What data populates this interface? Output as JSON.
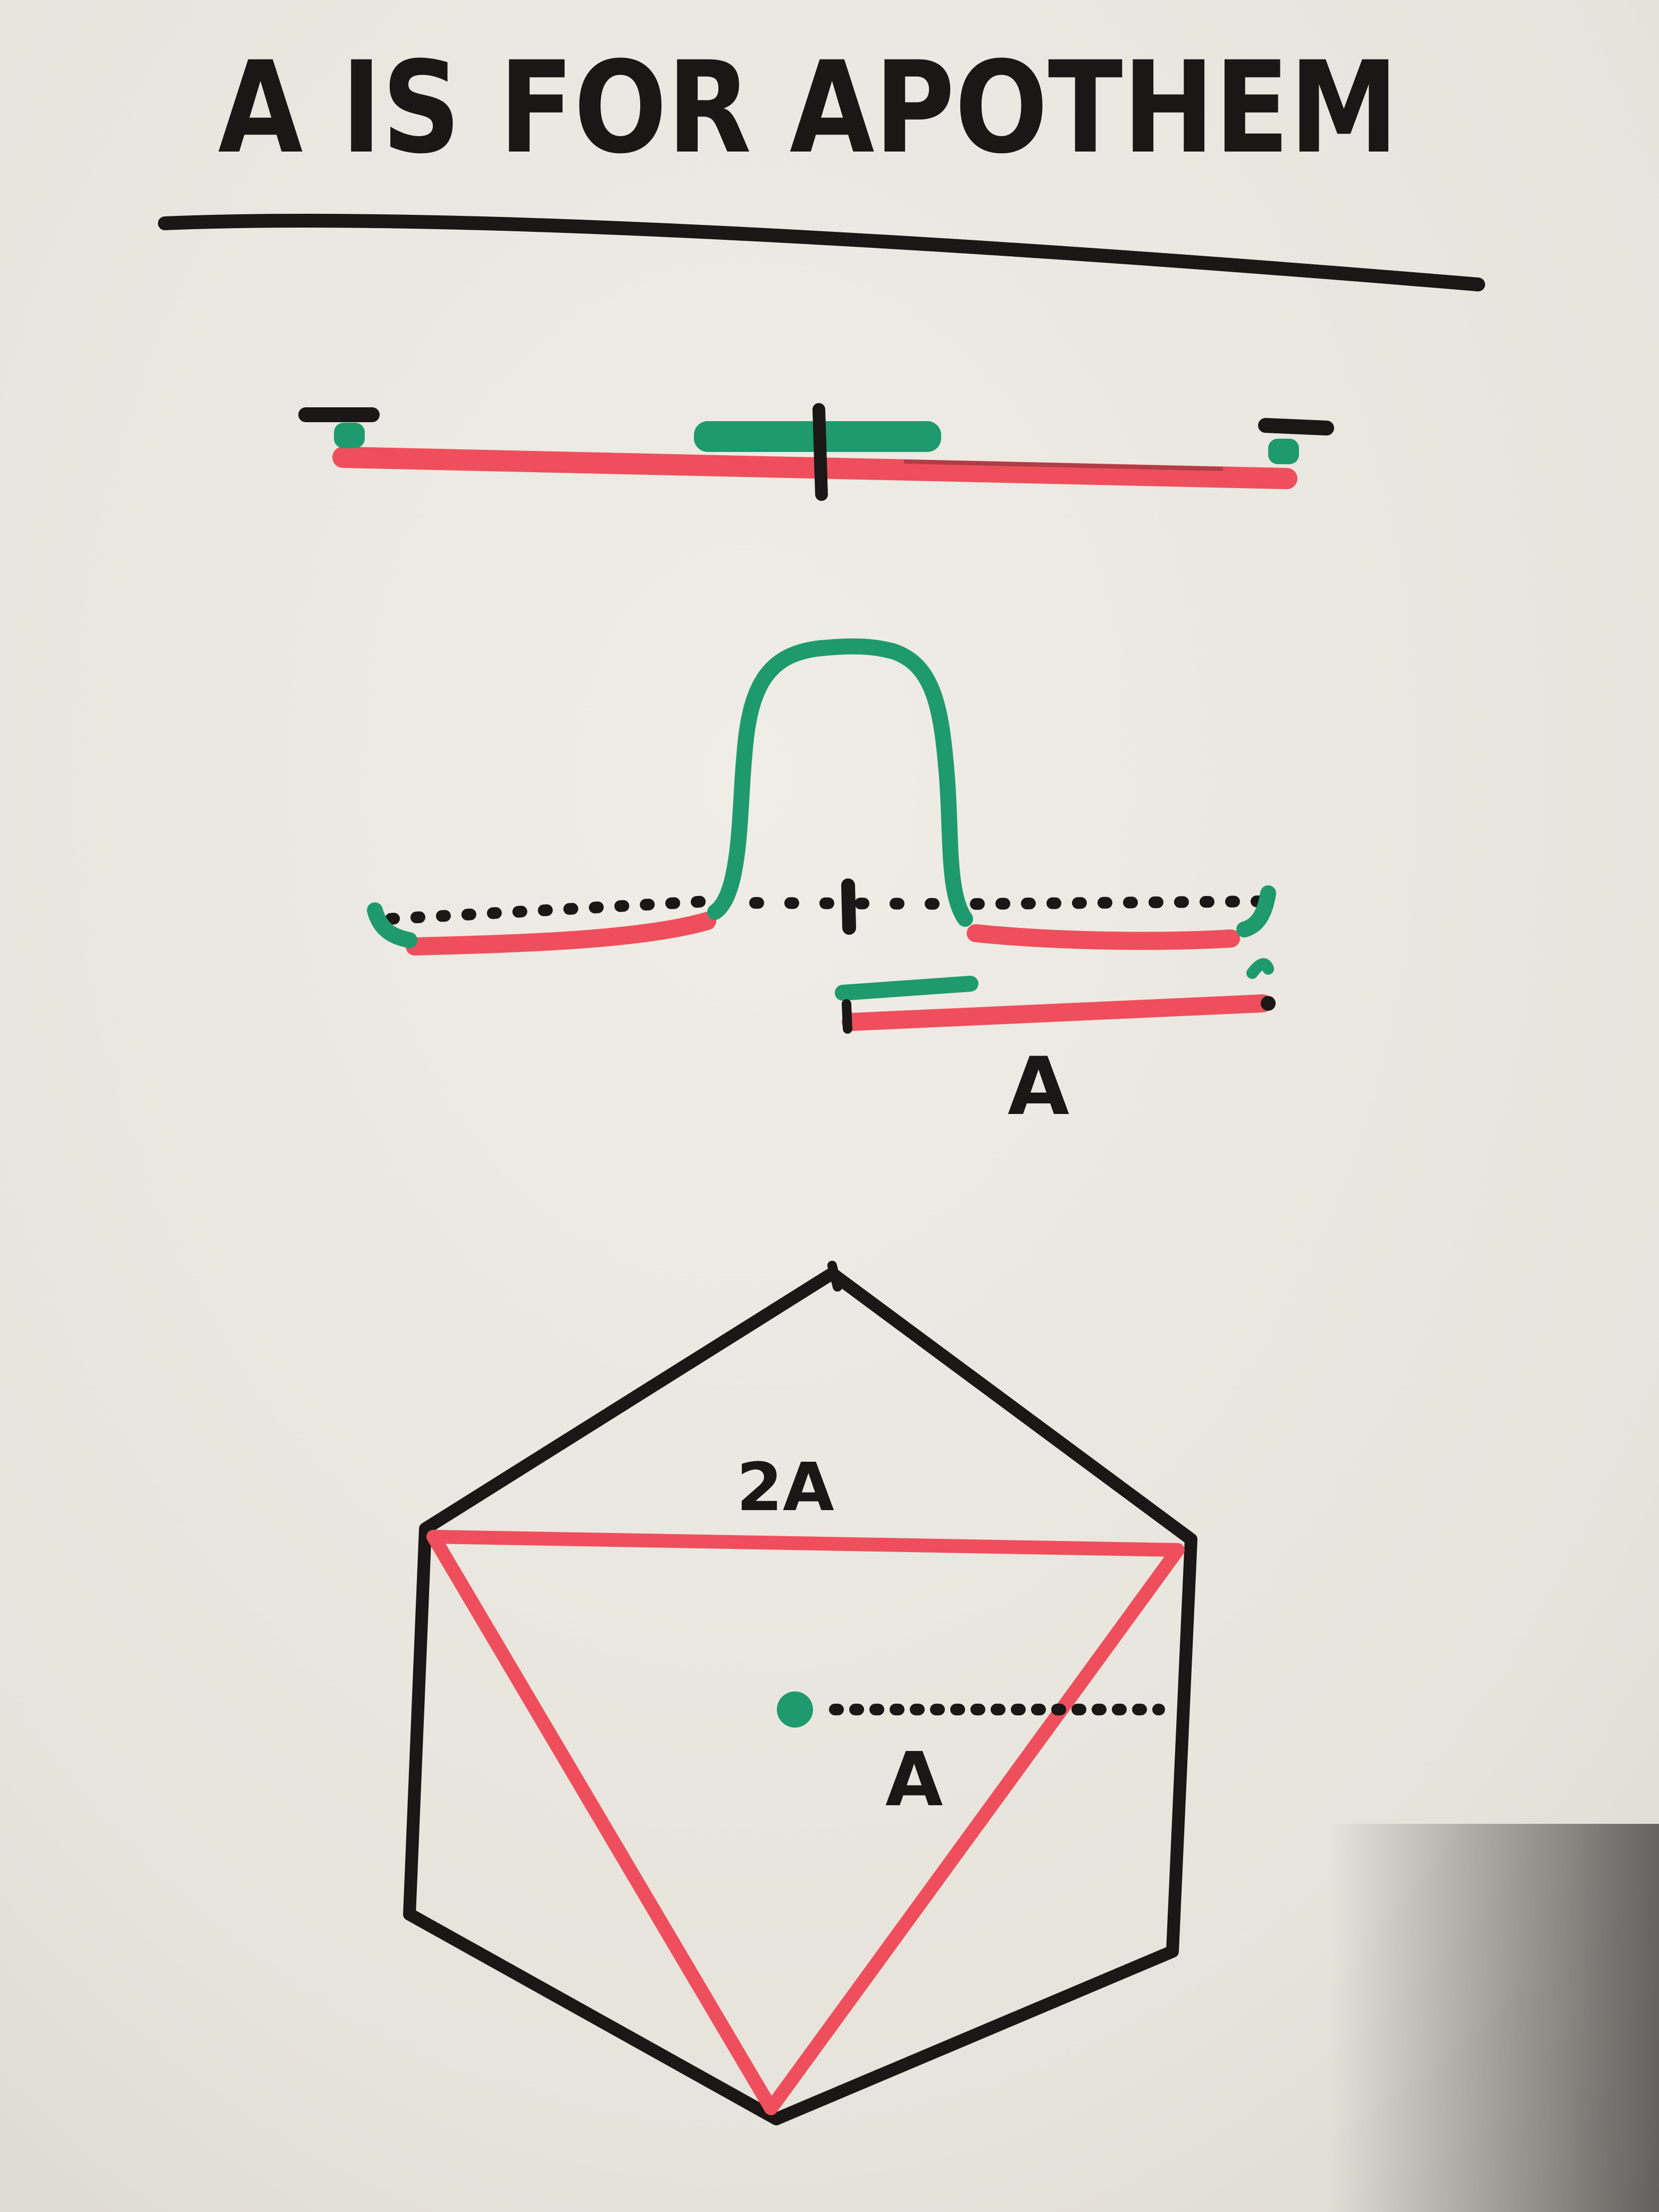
{
  "title": "A IS FOR APOTHEM",
  "labels": {
    "segment_label": "A",
    "triangle_side_label": "2A",
    "apothem_label": "A"
  },
  "colors": {
    "board": "#e9e7df",
    "ink_black": "#1a1716",
    "ink_red": "#ef4f5c",
    "ink_green": "#1f9a6e"
  }
}
